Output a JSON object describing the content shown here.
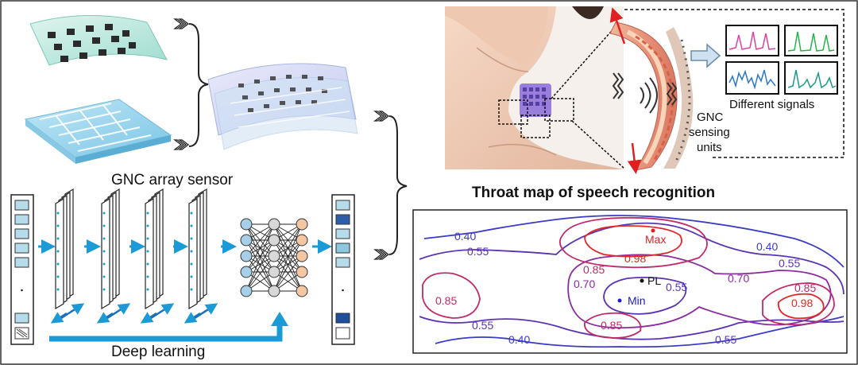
{
  "labels": {
    "gnc_array_sensor": "GNC array sensor",
    "deep_learning": "Deep learning",
    "throat_map_title": "Throat map of speech recognition",
    "different_signals": "Different signals",
    "gnc_line1": "GNC",
    "gnc_line2": "sensing",
    "gnc_line3": "units"
  },
  "contour_map": {
    "point_labels": {
      "max": "Max",
      "min": "Min",
      "pl": "PL"
    },
    "contour_labels": [
      "0.40",
      "0.55",
      "0.40",
      "0.55",
      "0.85",
      "0.98",
      "0.70",
      "0.55",
      "0.70",
      "0.85",
      "0.85",
      "0.98",
      "0.55",
      "0.85",
      "0.40",
      "0.55"
    ],
    "colors": {
      "low": "#3b3bc8",
      "mid": "#8a2ca0",
      "high": "#e02828",
      "min_point": "#2020c0",
      "max_point": "#e02020"
    }
  },
  "colors": {
    "arrow_blue": "#1a9ad6",
    "signal_pink": "#e0409a",
    "signal_green": "#27b24a",
    "signal_blue": "#2a78c8",
    "signal_teal": "#1a9a8a",
    "red_arrow": "#e02020"
  }
}
